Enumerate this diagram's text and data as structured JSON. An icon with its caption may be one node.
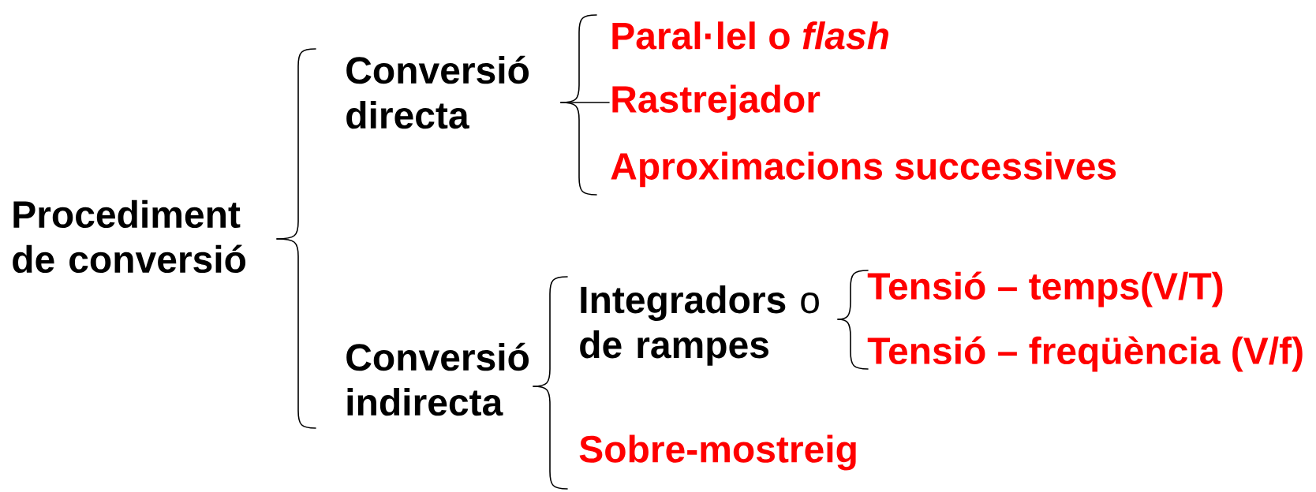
{
  "diagram": {
    "nodes": [
      {
        "text": [
          "Procediment de conversió"
        ]
      },
      {
        "text": [
          "Conversió directa"
        ]
      },
      {
        "text": [
          "Conversió indirecta"
        ]
      },
      {
        "text": [
          "Paral·lel o *flash*"
        ]
      },
      {
        "text": [
          "Rastrejador"
        ]
      },
      {
        "text": [
          "Aproximacions successives"
        ]
      },
      {
        "text": [
          "**Integradors** o **de rampes**"
        ]
      },
      {
        "text": [
          "Sobre-mostreig"
        ]
      },
      {
        "text": [
          "Tensió – temps(V/T)"
        ]
      },
      {
        "text": [
          "Tensió – freqüència (V/f)"
        ]
      }
    ],
    "edges": [
      {
        "from": 0,
        "to": 1,
        "arrow": "none"
      },
      {
        "from": 0,
        "to": 2,
        "arrow": "none"
      },
      {
        "from": 1,
        "to": 3,
        "arrow": "none"
      },
      {
        "from": 1,
        "to": 4,
        "arrow": "none"
      },
      {
        "from": 1,
        "to": 5,
        "arrow": "none"
      },
      {
        "from": 2,
        "to": 6,
        "arrow": "none"
      },
      {
        "from": 2,
        "to": 7,
        "arrow": "none"
      },
      {
        "from": 6,
        "to": 8,
        "arrow": "none"
      },
      {
        "from": 6,
        "to": 9,
        "arrow": "none"
      }
    ]
  }
}
